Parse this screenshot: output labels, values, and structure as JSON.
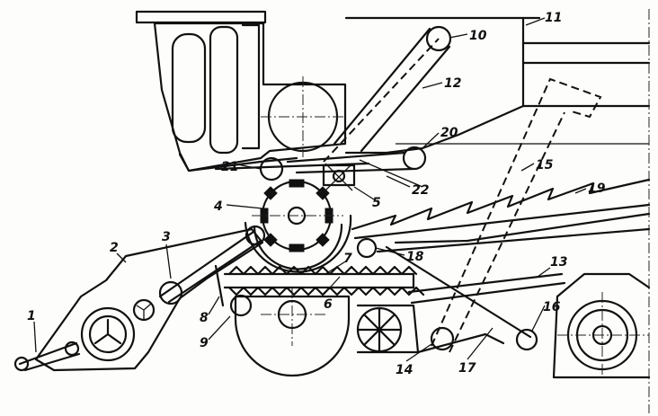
{
  "labels": [
    "1",
    "2",
    "3",
    "4",
    "5",
    "6",
    "7",
    "8",
    "9",
    "10",
    "11",
    "12",
    "13",
    "14",
    "15",
    "16",
    "17",
    "18",
    "19",
    "20",
    "21",
    "22"
  ]
}
